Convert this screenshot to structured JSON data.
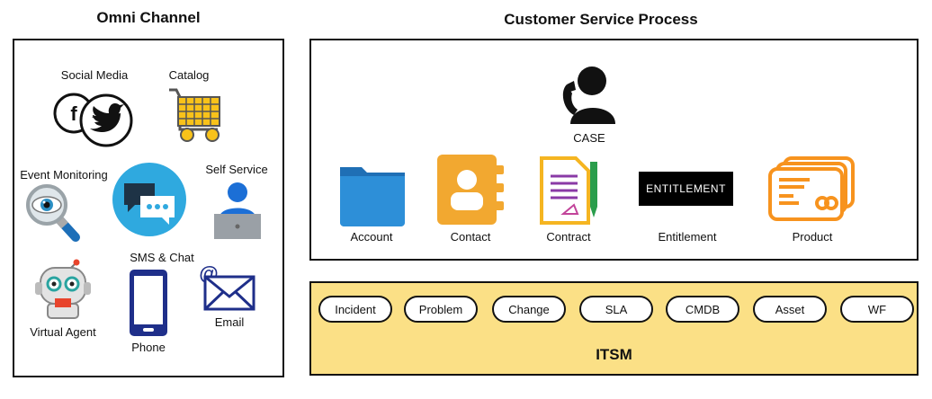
{
  "left": {
    "title": "Omni Channel",
    "items": {
      "social_media": "Social Media",
      "catalog": "Catalog",
      "event_monitoring": "Event Monitoring",
      "self_service": "Self Service",
      "sms_chat": "SMS & Chat",
      "virtual_agent": "Virtual Agent",
      "phone": "Phone",
      "email": "Email"
    }
  },
  "right": {
    "title": "Customer Service Process",
    "case": "CASE",
    "entities": {
      "account": "Account",
      "contact": "Contact",
      "contract": "Contract",
      "entitlement": "Entitlement",
      "entitlement_box": "ENTITLEMENT",
      "product": "Product"
    }
  },
  "itsm": {
    "label": "ITSM",
    "pills": [
      "Incident",
      "Problem",
      "Change",
      "SLA",
      "CMDB",
      "Asset",
      "WF"
    ]
  },
  "colors": {
    "itsm_bg": "#fbe086",
    "chat_circle": "#2fa9df",
    "folder_blue": "#2d8fd8",
    "contact_orange": "#f2a830",
    "product_orange": "#f7931e"
  }
}
